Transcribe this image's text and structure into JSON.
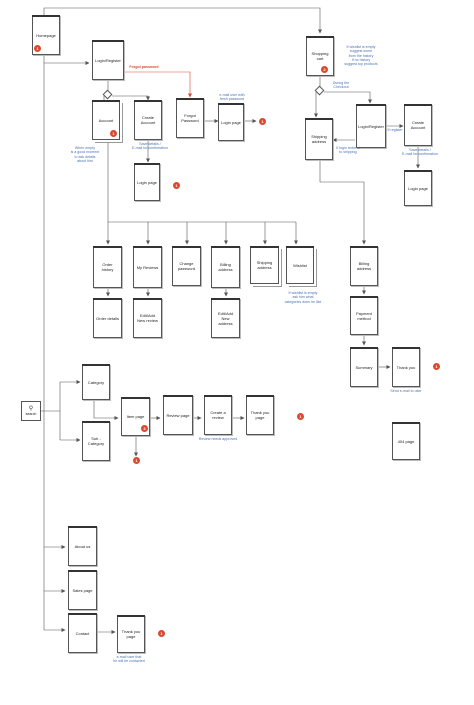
{
  "nodes": {
    "homepage": "Homepage",
    "login_register": "Login/Register",
    "account": "Account",
    "create_account": "Create Account",
    "forgot_password": "Forgot Password",
    "login_page_1": "Login page",
    "login_page_2": "Login page",
    "shopping_cart": "Shopping cart",
    "shipping_address": "Shipping address",
    "login_register_2": "Login/Register",
    "create_account_2": "Create Account",
    "login_page_3": "Login page",
    "order_history": "Order history",
    "my_reviews": "My Reviews",
    "change_password": "Change password",
    "billing_address_acc": "Billing address",
    "shipping_address_acc": "Shipping address",
    "wishlist": "Wishlist",
    "order_details": "Order details",
    "edit_reviews": "Edit/Add New review",
    "edit_address": "Edit/Add New address",
    "billing_address": "Billing address",
    "payment_method": "Payment method",
    "summary": "Summary",
    "thank_you_1": "Thank you",
    "search": "search",
    "category": "Category",
    "sub_category": "Sub - Category",
    "item_page": "Item page",
    "review_page": "Review page",
    "create_review": "Create a review",
    "thank_you_2": "Thank you page",
    "page_404": "404 page",
    "about_us": "About us",
    "sales_page": "Sales page",
    "contact": "Contact",
    "thank_you_3": "Thank you page"
  },
  "notes": {
    "forgot_password": "Forgot password",
    "mail_reset": "e-mail user with\nfresh password",
    "when_empty": "When empty\nis a good moment\nto ask details\nabout him",
    "save_details": "Save details /\nE-mail for confirmation",
    "wishlist_empty": "If wishlist is empty\nsuggest some\nfrom the history\nif no history\nsuggest top products",
    "during_checkout": "During the\nCheckout",
    "login_redirect": "If login redirect\nto shipping",
    "if_register": "If register",
    "save_details_2": "Save details /\nE-mail for confirmation",
    "wishlist_info": "If wishlist is empty\nask him what\ncategories does he like",
    "send_email_user": "Send e-mail to user",
    "review_approved": "Review needs approved",
    "mail_contacted": "e-mail user that\nhe will be contacted"
  },
  "badges": {
    "homepage": "1",
    "account": "1",
    "shopping_cart": "2",
    "login_page_1": "1",
    "login_page_2": "1",
    "thank_you_1": "1",
    "item_page": "3",
    "thank_you_2": "1",
    "item_page_sub": "1",
    "thank_you_3": "1"
  }
}
